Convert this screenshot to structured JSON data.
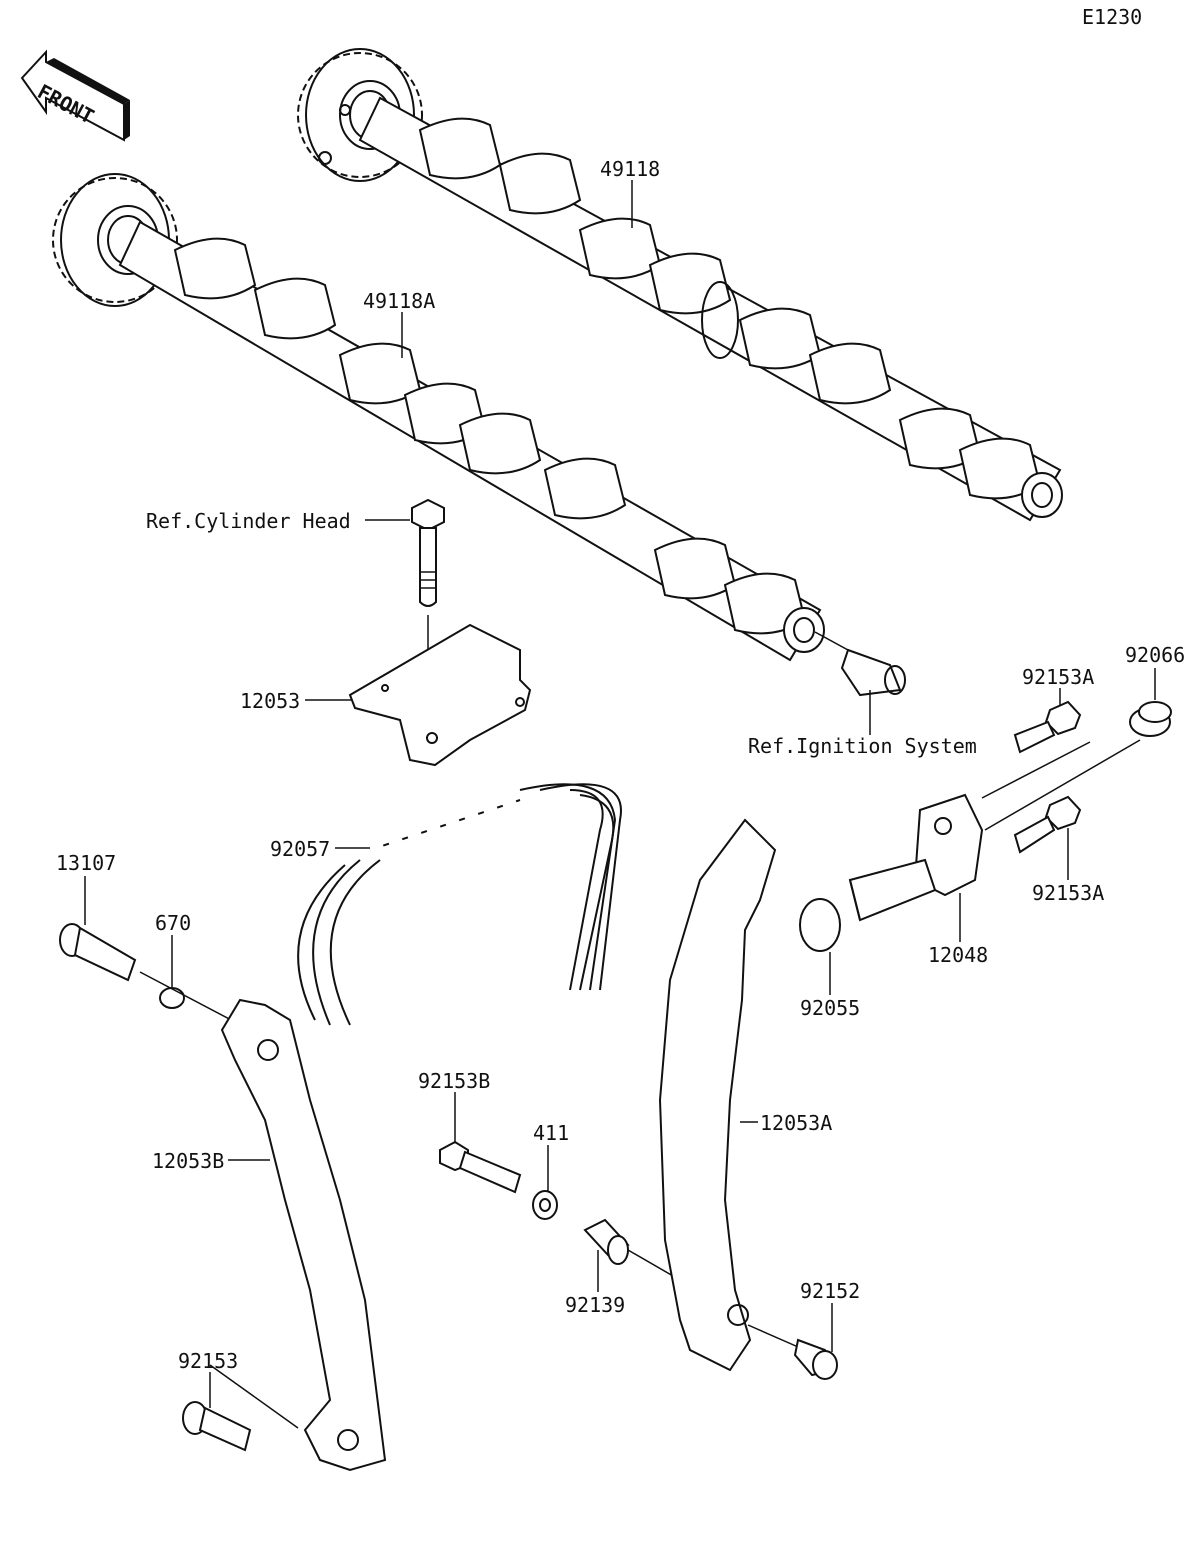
{
  "diagram_code": "E1230",
  "front_label": "FRONT",
  "labels": {
    "p49118": "49118",
    "p49118A": "49118A",
    "ref_cylinder_head": "Ref.Cylinder Head",
    "p12053": "12053",
    "ref_ignition": "Ref.Ignition System",
    "p92153A_top": "92153A",
    "p92066": "92066",
    "p92057": "92057",
    "p13107": "13107",
    "p670": "670",
    "p92153A_bottom": "92153A",
    "p12048": "12048",
    "p92055": "92055",
    "p92153B": "92153B",
    "p411": "411",
    "p12053A": "12053A",
    "p12053B": "12053B",
    "p92139": "92139",
    "p92152": "92152",
    "p92153": "92153"
  }
}
